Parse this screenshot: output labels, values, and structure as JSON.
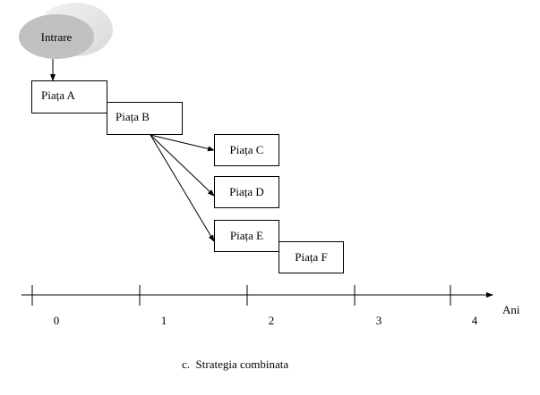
{
  "entry": {
    "label": "Intrare"
  },
  "nodes": {
    "a": "Piața A",
    "b": "Piața B",
    "c": "Piața C",
    "d": "Piața D",
    "e": "Piața E",
    "f": "Piața F"
  },
  "axis": {
    "label": "Ani",
    "ticks": [
      "0",
      "1",
      "2",
      "3",
      "4"
    ]
  },
  "caption": "c.  Strategia combinata",
  "colors": {
    "ellipse_fill": "#c0c0c0",
    "ellipse_shadow": "#e6e6e6",
    "line": "#000000"
  }
}
